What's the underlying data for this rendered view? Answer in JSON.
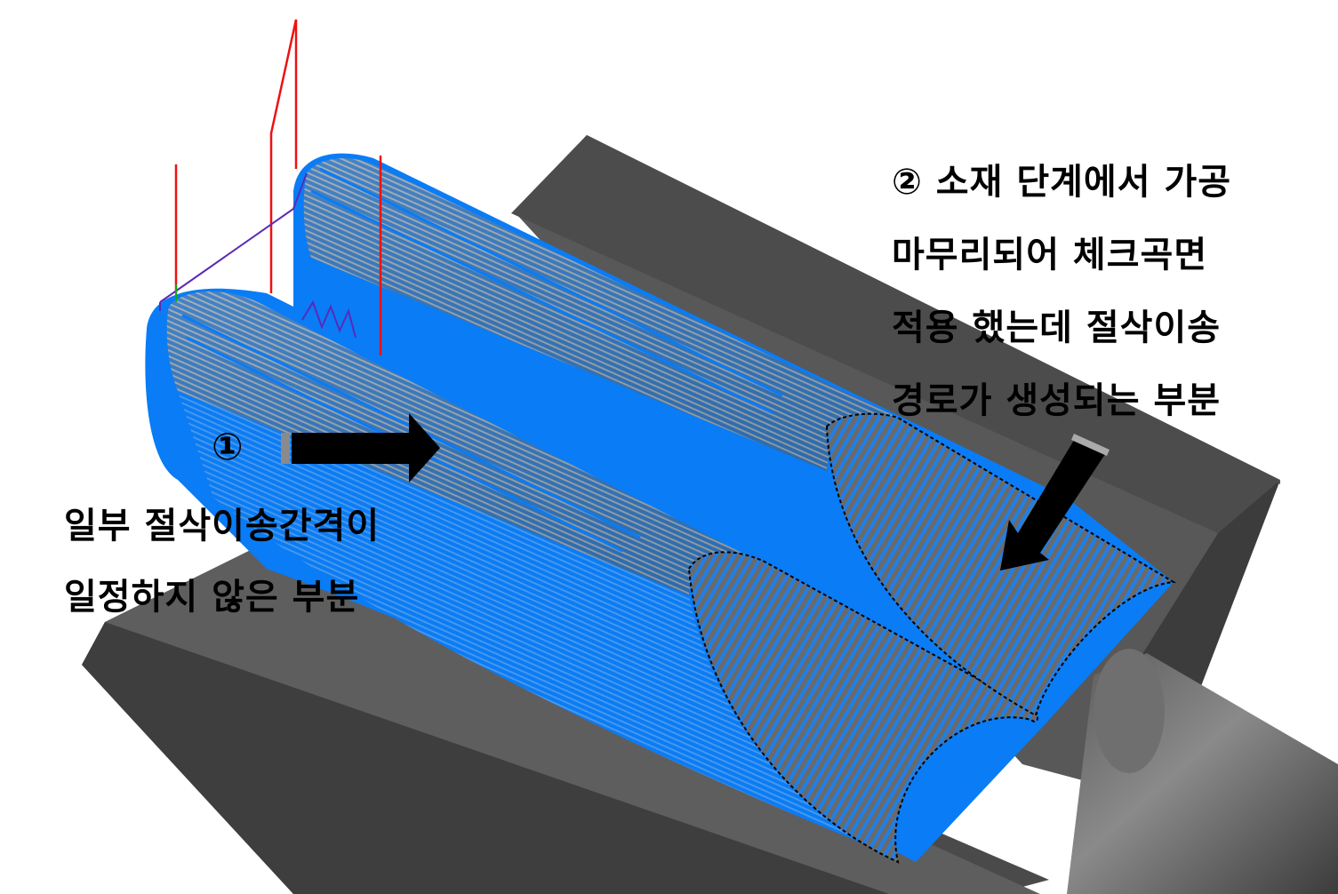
{
  "annotations": {
    "marker_1": "①",
    "note_1_lines": [
      "일부 절삭이송간격이",
      "일정하지 않은 부분"
    ],
    "note_2_lines": [
      "② 소재 단계에서 가공",
      "마무리되어 체크곡면",
      "적용 했는데 절삭이송",
      "경로가 생성되는 부분"
    ]
  },
  "colors": {
    "toolpath": "#0a7cf5",
    "surface_dark": "#4a4a4a",
    "surface_mid": "#666666",
    "surface_light": "#7a7a7a",
    "retract": "#ee1111",
    "link": "#5a2ab8",
    "arrow": "#000000"
  }
}
